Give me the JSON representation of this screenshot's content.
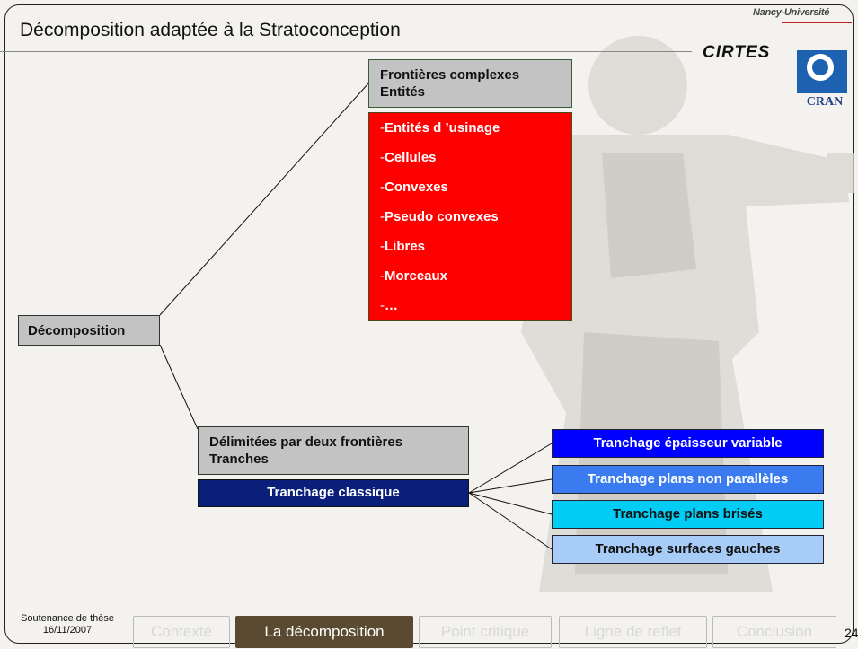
{
  "slide": {
    "title": "Décomposition adaptée à la Stratoconception"
  },
  "logos": {
    "nancy": "Nancy-Université",
    "cirtes": "CIRTES",
    "cran": "CRAN"
  },
  "tree": {
    "root": "Décomposition",
    "branch_top": {
      "line1": "Frontières complexes",
      "line2": "Entités",
      "items": [
        {
          "dash": "-",
          "label": "Entités d ’usinage"
        },
        {
          "dash": "-",
          "label": "Cellules"
        },
        {
          "dash": "-",
          "label": "Convexes"
        },
        {
          "dash": "-",
          "label": "Pseudo convexes"
        },
        {
          "dash": "-",
          "label": "Libres"
        },
        {
          "dash": "-",
          "label": "Morceaux"
        },
        {
          "dash": "-",
          "label": "…"
        }
      ]
    },
    "branch_bottom": {
      "line1": "Délimitées par deux frontières",
      "line2": "Tranches",
      "classique": "Tranchage classique",
      "variants": [
        "Tranchage épaisseur variable",
        "Tranchage plans non parallèles",
        "Tranchage plans brisés",
        "Tranchage surfaces gauches"
      ]
    }
  },
  "colors": {
    "red_box": "#ff0000",
    "classique": "#0a1f7a",
    "variant_1": "#0000ff",
    "variant_2": "#3a7cf0",
    "variant_3": "#00ccf5",
    "variant_4": "#a7ccf7",
    "nav_active": "#594a31"
  },
  "footer": {
    "line1": "Soutenance de thèse",
    "line2": "16/11/2007",
    "nav": [
      "Contexte",
      "La décomposition",
      "Point critique",
      "Ligne de reflet",
      "Conclusion"
    ],
    "active_index": 1,
    "page_number": "24"
  }
}
